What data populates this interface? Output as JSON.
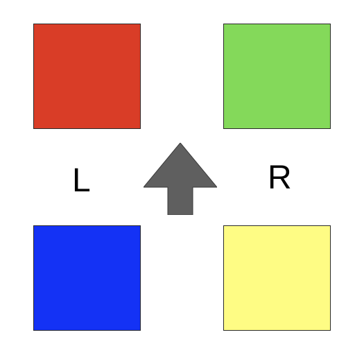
{
  "squares": {
    "top_left": {
      "color": "#d93d27"
    },
    "top_right": {
      "color": "#84d95a"
    },
    "bottom_left": {
      "color": "#1432f5"
    },
    "bottom_right": {
      "color": "#fefc84"
    }
  },
  "labels": {
    "left": "L",
    "right": "R"
  },
  "arrow": {
    "icon": "up-arrow-icon",
    "color": "#5f5f5f",
    "direction": "up"
  }
}
